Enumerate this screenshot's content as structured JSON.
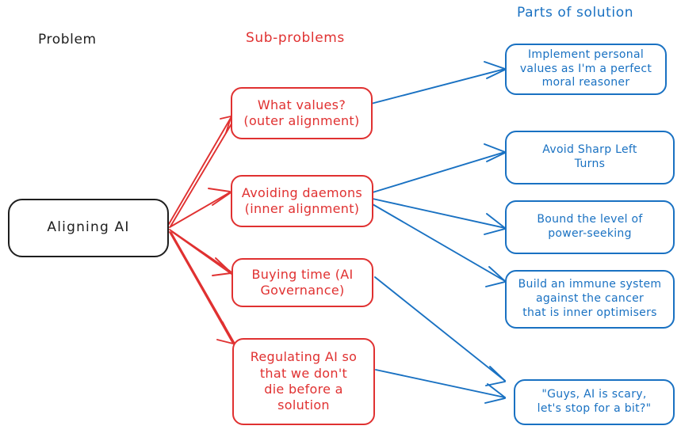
{
  "columns": {
    "problem_label": "Problem",
    "subproblems_label": "Sub-problems",
    "solutions_label": "Parts of solution"
  },
  "colors": {
    "problem": "#1e1e1e",
    "subproblem": "#e03131",
    "solution": "#1971c2",
    "background": "#ffffff"
  },
  "root": {
    "text": "Aligning AI"
  },
  "subproblems": [
    {
      "id": "outer-alignment",
      "text": "What values?\n(outer alignment)"
    },
    {
      "id": "inner-alignment",
      "text": "Avoiding daemons\n(inner alignment)"
    },
    {
      "id": "buying-time",
      "text": "Buying time (AI\nGovernance)"
    },
    {
      "id": "regulating-ai",
      "text": "Regulating AI so\nthat we don't\ndie before a\nsolution"
    }
  ],
  "solutions": [
    {
      "id": "personal-values",
      "text": "Implement personal\nvalues as I'm a perfect\nmoral reasoner"
    },
    {
      "id": "sharp-left-turn",
      "text": "Avoid Sharp Left\nTurns"
    },
    {
      "id": "bound-power",
      "text": "Bound the level of\npower-seeking"
    },
    {
      "id": "immune-system",
      "text": "Build an immune system\nagainst the cancer\nthat is inner optimisers"
    },
    {
      "id": "stop-for-a-bit",
      "text": "\"Guys, AI is scary,\nlet's stop for a bit?\""
    }
  ],
  "edges": [
    {
      "from": "Aligning AI",
      "to": "What values? (outer alignment)"
    },
    {
      "from": "Aligning AI",
      "to": "Avoiding daemons (inner alignment)"
    },
    {
      "from": "Aligning AI",
      "to": "Buying time (AI Governance)"
    },
    {
      "from": "Aligning AI",
      "to": "Regulating AI so that we don't die before a solution"
    },
    {
      "from": "What values? (outer alignment)",
      "to": "Implement personal values as I'm a perfect moral reasoner"
    },
    {
      "from": "Avoiding daemons (inner alignment)",
      "to": "Avoid Sharp Left Turns"
    },
    {
      "from": "Avoiding daemons (inner alignment)",
      "to": "Bound the level of power-seeking"
    },
    {
      "from": "Avoiding daemons (inner alignment)",
      "to": "Build an immune system against the cancer that is inner optimisers"
    },
    {
      "from": "Buying time (AI Governance)",
      "to": "\"Guys, AI is scary, let's stop for a bit?\""
    },
    {
      "from": "Regulating AI so that we don't die before a solution",
      "to": "\"Guys, AI is scary, let's stop for a bit?\""
    }
  ]
}
